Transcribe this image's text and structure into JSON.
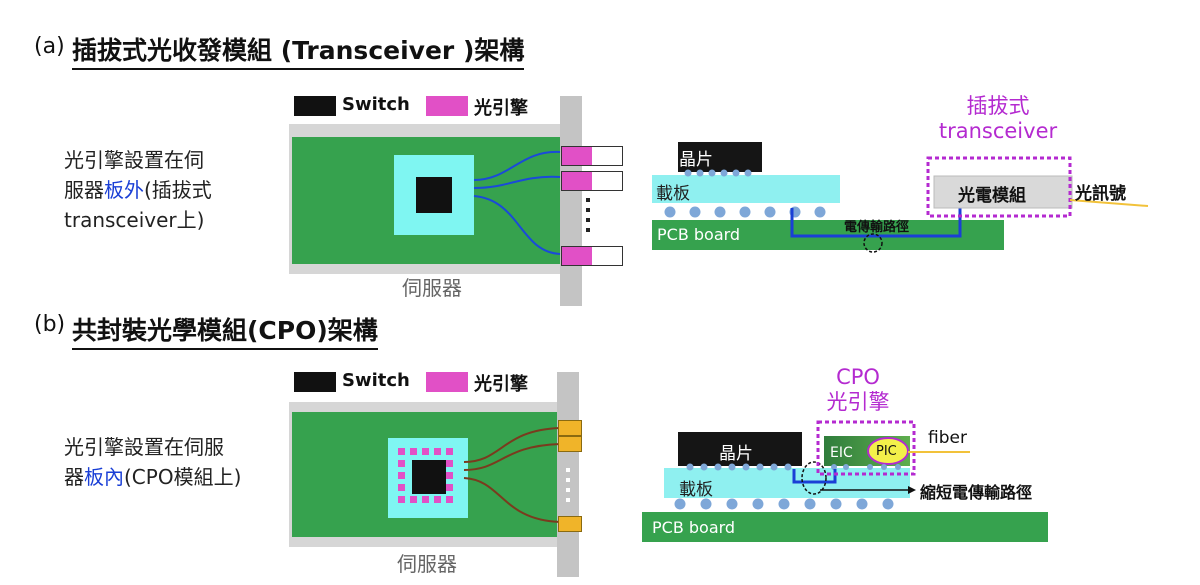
{
  "section_a": {
    "prefix": "(a)",
    "title": "插拔式光收發模組 (Transceiver )架構",
    "description": {
      "line1": "光引擎設置在伺",
      "line2_prefix": "服器",
      "line2_highlight": "板外",
      "line2_suffix": "(插拔式",
      "line3": "transceiver上)"
    },
    "legend": {
      "switch": "Switch",
      "engine": "光引擎"
    },
    "server_label": "伺服器",
    "side_view": {
      "chip": "晶片",
      "substrate": "載板",
      "pcb": "PCB board",
      "module": "光電模組",
      "signal": "光訊號",
      "path": "電傳輸路徑",
      "callout_line1": "插拔式",
      "callout_line2": "transceiver"
    }
  },
  "section_b": {
    "prefix": "(b)",
    "title": "共封裝光學模組(CPO)架構",
    "description": {
      "line1": "光引擎設置在伺服",
      "line2_prefix": "器",
      "line2_highlight": "板內",
      "line2_suffix": "(CPO模組上)"
    },
    "legend": {
      "switch": "Switch",
      "engine": "光引擎"
    },
    "server_label": "伺服器",
    "side_view": {
      "chip": "晶片",
      "substrate": "載板",
      "pcb": "PCB board",
      "eic": "EIC",
      "pic": "PIC",
      "fiber": "fiber",
      "short_path": "縮短電傳輸路徑",
      "callout_line1": "CPO",
      "callout_line2": "光引擎"
    }
  },
  "colors": {
    "board_green": "#36a24e",
    "substrate_cyan": "#8ff0f0",
    "chip_black": "#111111",
    "engine_pink": "#e150c6",
    "connector_gold": "#f0b429",
    "callout_purple": "#b42ad0",
    "trace_blue": "#1a3fd6",
    "fiber_yellow": "#f2c23a"
  }
}
